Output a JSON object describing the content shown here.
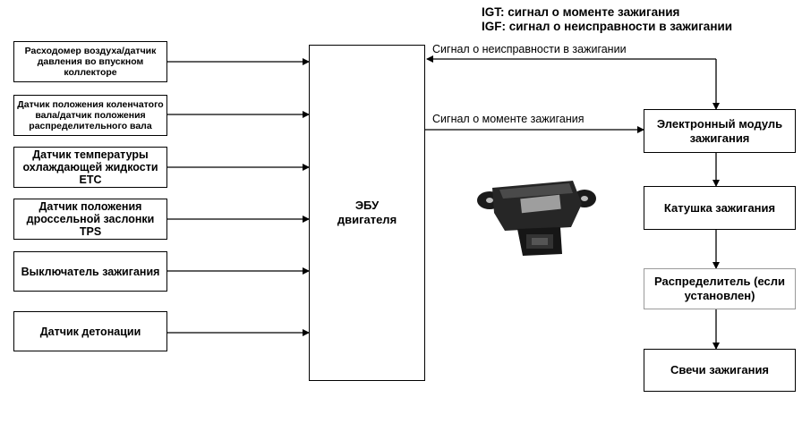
{
  "legend": {
    "igt": "IGT: сигнал о моменте зажигания",
    "igf": "IGF: сигнал о неисправности в зажигании"
  },
  "inputs": [
    "Расходомер воздуха/датчик давления во впускном коллекторе",
    "Датчик положения коленчатого вала/датчик положения распределительного вала",
    "Датчик температуры охлаждающей жидкости ETC",
    "Датчик положения дроссельной заслонки TPS",
    "Выключатель зажигания",
    "Датчик детонации"
  ],
  "ecu": {
    "line1": "ЭБУ",
    "line2": "двигателя"
  },
  "signals": {
    "fault": "Сигнал о неисправности в зажигании",
    "timing": "Сигнал о моменте зажигания"
  },
  "chain": [
    "Электронный модуль зажигания",
    "Катушка зажигания",
    "Распределитель (если установлен)",
    "Свечи зажигания"
  ]
}
